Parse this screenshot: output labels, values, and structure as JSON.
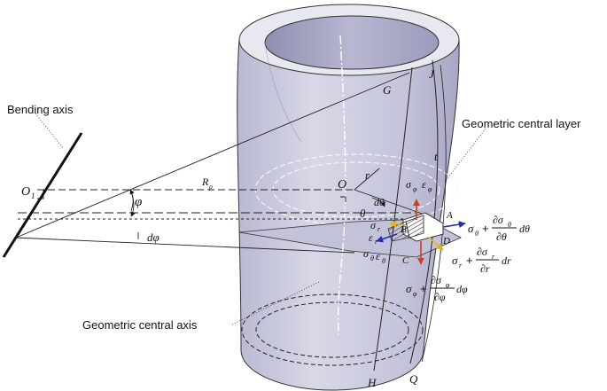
{
  "labels": {
    "bending_axis": "Bending axis",
    "geometric_central_layer": "Geometric central layer",
    "geometric_central_axis": "Geometric central axis"
  },
  "points": {
    "O1": "O",
    "O1_sub": "1",
    "O": "O",
    "G": "G",
    "J": "J",
    "H": "H",
    "Q": "Q",
    "A": "A",
    "B": "B",
    "C": "C",
    "D": "D"
  },
  "symbols": {
    "R_rho": "R",
    "R_rho_sub": "ρ",
    "phi": "φ",
    "d_phi": "dφ",
    "r": "r",
    "t": "t",
    "theta": "θ",
    "d_theta": "dθ",
    "sigma_phi": "σ",
    "sigma_phi_sub": "φ",
    "eps_phi": "ε",
    "eps_phi_sub": "φ",
    "sigma_r": "σ",
    "sigma_r_sub": "r",
    "eps_r": "ε",
    "eps_r_sub": "r",
    "sigma_theta": "σ",
    "sigma_theta_sub": "θ",
    "eps_theta": "ε",
    "eps_theta_sub": "θ"
  },
  "formulas": {
    "theta_rhs": {
      "lead": "σ",
      "lead_sub": "θ",
      "plus": "+",
      "num": "∂σ",
      "num_sub": "θ",
      "den": "∂θ",
      "tail": "dθ"
    },
    "r_rhs": {
      "lead": "σ",
      "lead_sub": "r",
      "plus": "+",
      "num": "∂σ",
      "num_sub": "r",
      "den": "∂r",
      "tail": "dr"
    },
    "phi_rhs": {
      "lead": "σ",
      "lead_sub": "φ",
      "plus": "+",
      "num": "∂σ",
      "num_sub": "φ",
      "den": "∂φ",
      "tail": "dφ"
    }
  },
  "colors": {
    "tube_fill": "#c9c9dd",
    "tube_inner": "#a9a9c4",
    "tube_top": "#e4e4ef",
    "arrow_red": "#d63a1e",
    "arrow_blue": "#2530a8",
    "arrow_yellow": "#e5b31f"
  }
}
